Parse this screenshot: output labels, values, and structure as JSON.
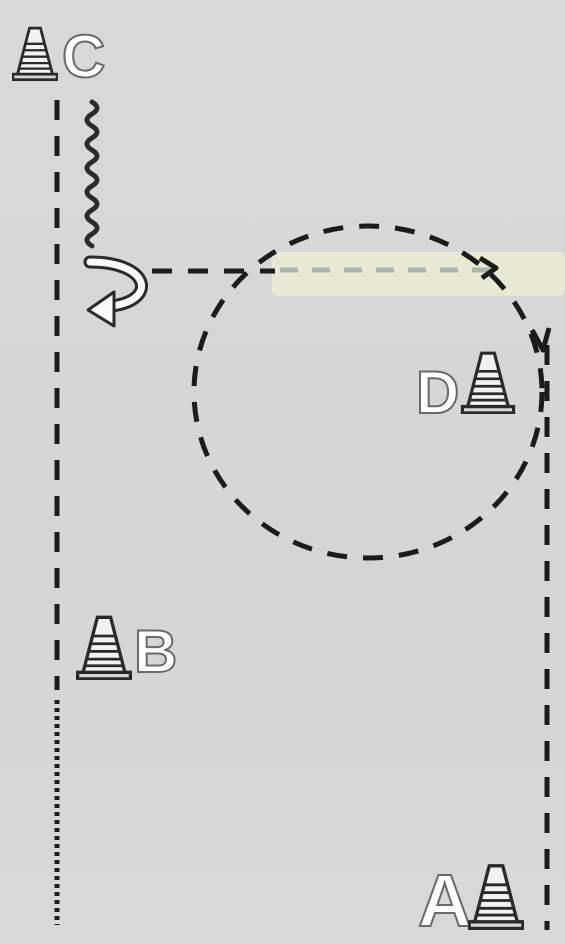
{
  "cones": {
    "A": "A",
    "B": "B",
    "C": "C",
    "D": "D"
  },
  "colors": {
    "background": "#d7d7d5",
    "path": "#1b1b1b",
    "cone_outline": "#2a2a2a",
    "letter_fill": "#ffffff",
    "letter_outline": "#6a6a6a",
    "highlight": "#efeed0"
  },
  "icons": [
    "traffic-cone-icon",
    "u-turn-arrow-icon",
    "arrow-head-icon"
  ]
}
